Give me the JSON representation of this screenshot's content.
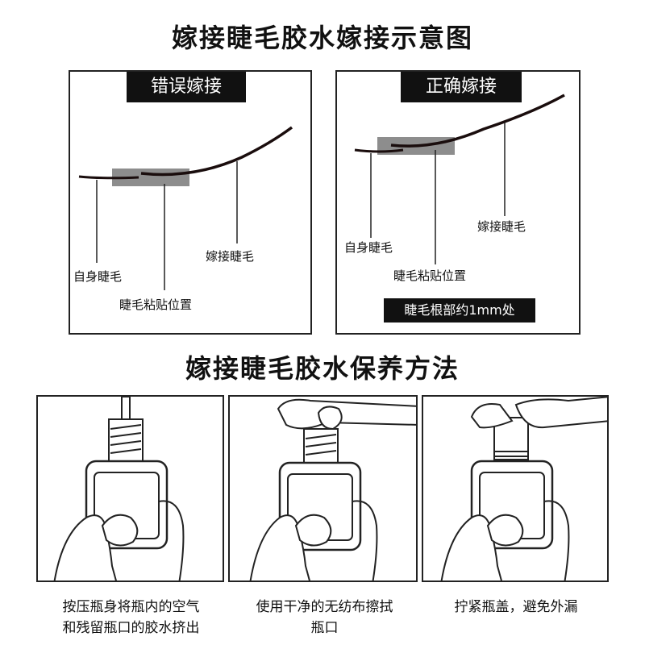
{
  "top_title": "嫁接睫毛胶水嫁接示意图",
  "wrong": {
    "label": "错误嫁接",
    "natural_lash": "自身睫毛",
    "extension_lash": "嫁接睫毛",
    "glue_position": "睫毛粘贴位置"
  },
  "correct": {
    "label": "正确嫁接",
    "natural_lash": "自身睫毛",
    "extension_lash": "嫁接睫毛",
    "glue_position": "睫毛粘贴位置",
    "root_note": "睫毛根部约1mm处"
  },
  "care_title": "嫁接睫毛胶水保养方法",
  "steps": [
    {
      "line1": "按压瓶身将瓶内的空气",
      "line2": "和残留瓶口的胶水挤出"
    },
    {
      "line1": "使用干净的无纺布擦拭",
      "line2": "瓶口"
    },
    {
      "line1": "拧紧瓶盖，避免外漏",
      "line2": ""
    }
  ]
}
